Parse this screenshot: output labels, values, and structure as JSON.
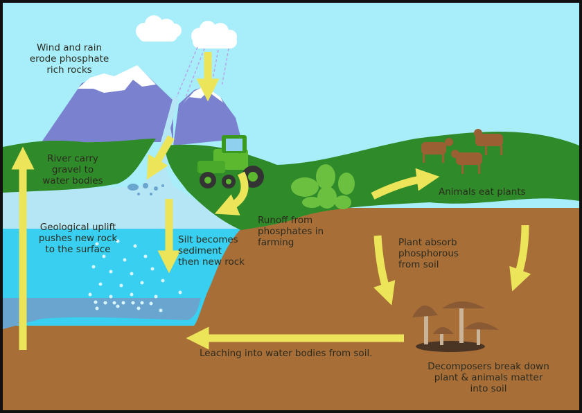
{
  "title": "Phosphorus cycle",
  "labels": {
    "wind_rain": "Wind and rain\nerode phosphate\nrich rocks",
    "river": "River carry\ngravel to\nwater bodies",
    "uplift": "Geological uplift\npushes new rock\nto the surface",
    "silt": "Silt becomes\nsediment\nthen new rock",
    "runoff": "Runoff from\nphosphates in\nfarming",
    "animals": "Animals eat plants",
    "plant_absorb": "Plant absorb\nphosphorous\nfrom soil",
    "leaching": "Leaching into water bodies from soil.",
    "decomposers": "Decomposers break down\nplant & animals matter\ninto soil"
  },
  "colors": {
    "sky": "#a8eefa",
    "mountain": "#7a82cf",
    "grass": "#2f8a2a",
    "soil": "#a86e38",
    "shallow_water": "#b5e6f5",
    "deep_water": "#38cff0",
    "arrow": "#ece55a"
  }
}
